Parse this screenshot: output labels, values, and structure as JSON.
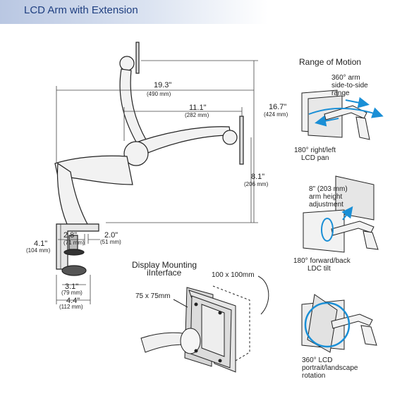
{
  "header": {
    "title": "LCD Arm with Extension"
  },
  "dimensions": {
    "width_total": "19.3\"",
    "width_total_mm": "(490 mm)",
    "reach": "11.1\"",
    "reach_mm": "(282 mm)",
    "height_total": "16.7\"",
    "height_total_mm": "(424 mm)",
    "height_mount": "8.1\"",
    "height_mount_mm": "(206 mm)",
    "clamp_height": "4.1\"",
    "clamp_height_mm": "(104 mm)",
    "clamp_depth": "2.8\"",
    "clamp_depth_mm": "(71 mm)",
    "clamp_offset": "2.0\"",
    "clamp_offset_mm": "(51 mm)",
    "clamp_width": "3.1\"",
    "clamp_width_mm": "(79 mm)",
    "base_width": "4.4\"",
    "base_width_mm": "(112 mm)"
  },
  "range_of_motion": {
    "title": "Range of Motion",
    "side_line1": "360° arm",
    "side_line2": "side-to-side",
    "side_line3": "range",
    "pan_line1": "180° right/left",
    "pan_line2": "LCD pan",
    "height_line1": "8\" (203 mm)",
    "height_line2": "arm height",
    "height_line3": "adjustment",
    "tilt_line1": "180° forward/back",
    "tilt_line2": "LDC tilt",
    "rot_line1": "360° LCD",
    "rot_line2": "portrait/landscape",
    "rot_line3": "rotation"
  },
  "mounting": {
    "title_line1": "Display Mounting",
    "title_line2": "iInterface",
    "vesa100": "100 x 100mm",
    "vesa75": "75 x 75mm"
  },
  "colors": {
    "accent_blue": "#1a8fd6",
    "header_text": "#1f3f80",
    "arm_fill": "#f2f2f2",
    "outline": "#222222"
  }
}
